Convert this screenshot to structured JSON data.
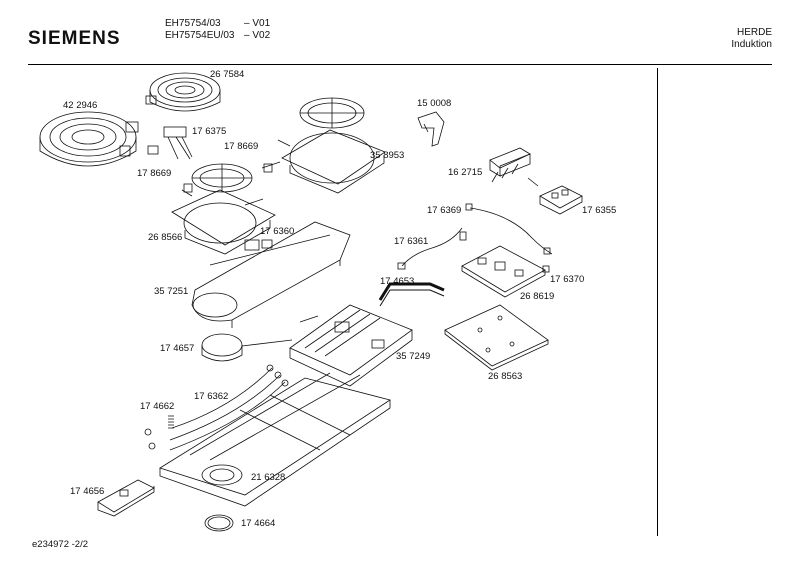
{
  "header": {
    "logo": "SIEMENS",
    "models": [
      {
        "model": "EH75754/03",
        "variant": "– V01"
      },
      {
        "model": "EH75754EU/03",
        "variant": "– V02"
      }
    ],
    "brand": "HERDE",
    "category": "Induktion"
  },
  "parts": [
    {
      "id": "p267584",
      "number": "26 7584"
    },
    {
      "id": "p422946",
      "number": "42 2946"
    },
    {
      "id": "p176375",
      "number": "17 6375"
    },
    {
      "id": "p178669a",
      "number": "17 8669"
    },
    {
      "id": "p178669b",
      "number": "17 8669"
    },
    {
      "id": "p358953",
      "number": "35 8953"
    },
    {
      "id": "p150008",
      "number": "15 0008"
    },
    {
      "id": "p162715",
      "number": "16 2715"
    },
    {
      "id": "p176369",
      "number": "17 6369"
    },
    {
      "id": "p176355",
      "number": "17 6355"
    },
    {
      "id": "p268566",
      "number": "26 8566"
    },
    {
      "id": "p176360",
      "number": "17 6360"
    },
    {
      "id": "p176361",
      "number": "17 6361"
    },
    {
      "id": "p174653",
      "number": "17 4653"
    },
    {
      "id": "p176370",
      "number": "17 6370"
    },
    {
      "id": "p268619",
      "number": "26 8619"
    },
    {
      "id": "p357251",
      "number": "35 7251"
    },
    {
      "id": "p174657",
      "number": "17 4657"
    },
    {
      "id": "p357249",
      "number": "35 7249"
    },
    {
      "id": "p268563",
      "number": "26 8563"
    },
    {
      "id": "p176362",
      "number": "17 6362"
    },
    {
      "id": "p174662",
      "number": "17 4662"
    },
    {
      "id": "p174656",
      "number": "17 4656"
    },
    {
      "id": "p216328",
      "number": "21 6328"
    },
    {
      "id": "p174664",
      "number": "17 4664"
    }
  ],
  "footer": {
    "doc_id": "e234972 -2/2"
  }
}
